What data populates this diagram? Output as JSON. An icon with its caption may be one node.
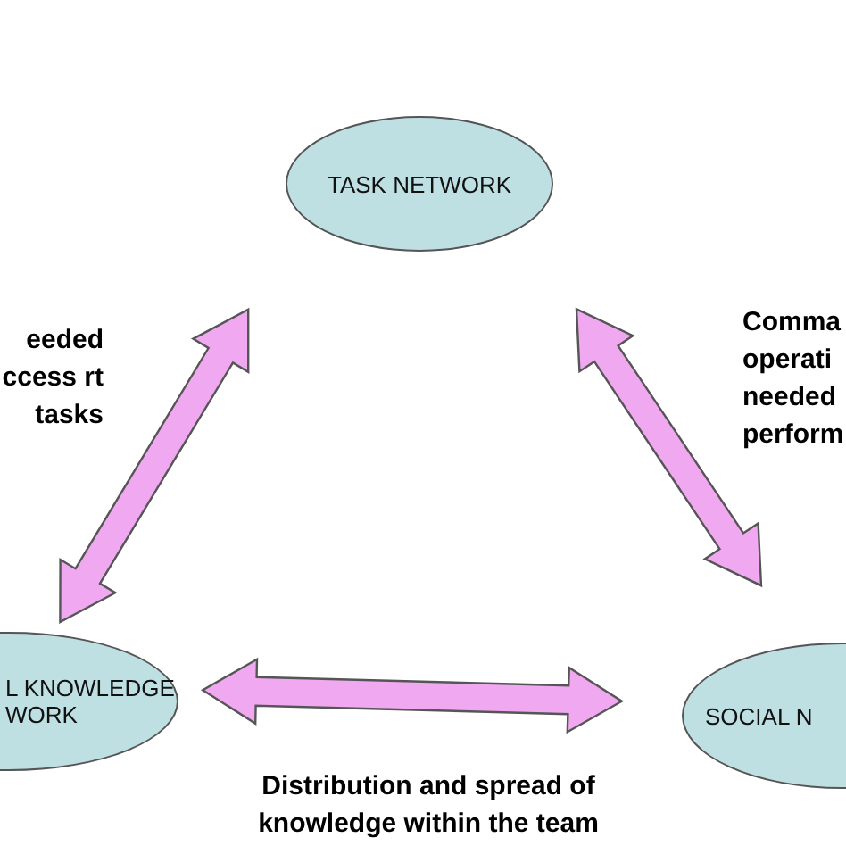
{
  "diagram": {
    "nodes": [
      {
        "text": [
          "TASK NETWORK"
        ]
      },
      {
        "text": [
          "L KNOWLEDGE WORK"
        ]
      },
      {
        "text": [
          "SOCIAL N"
        ]
      }
    ],
    "edges": [
      {
        "from": 1,
        "to": 0,
        "arrow": "both",
        "label": "eeded ccess rt tasks"
      },
      {
        "from": 0,
        "to": 2,
        "arrow": "both",
        "label": "Comma operati needed perform"
      },
      {
        "from": 1,
        "to": 2,
        "arrow": "both",
        "label": "Distribution and spread of knowledge within the team"
      }
    ]
  }
}
